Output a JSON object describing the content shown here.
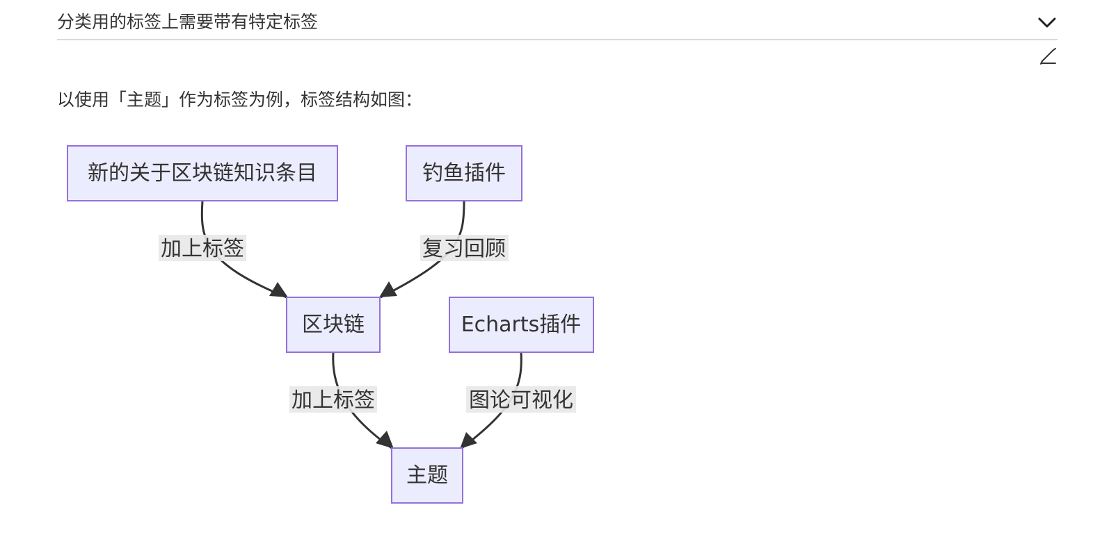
{
  "header": {
    "title": "分类用的标签上需要带有特定标签",
    "toggle_icon": "chevron-down-icon"
  },
  "toolbar": {
    "edit_icon": "pencil-icon"
  },
  "content": {
    "intro": "以使用「主题」作为标签为例，标签结构如图："
  },
  "diagram": {
    "type": "flowchart",
    "direction": "TD",
    "colors": {
      "node_fill": "#ececff",
      "node_stroke": "#9370db",
      "edge": "#333333",
      "label_bg": "#e8e8e8",
      "text": "#333333"
    },
    "nodes": [
      {
        "id": "n1",
        "label": "新的关于区块链知识条目"
      },
      {
        "id": "n2",
        "label": "钓鱼插件"
      },
      {
        "id": "n3",
        "label": "区块链"
      },
      {
        "id": "n4",
        "label": "Echarts插件"
      },
      {
        "id": "n5",
        "label": "主题"
      }
    ],
    "edges": [
      {
        "from": "n1",
        "to": "n3",
        "label": "加上标签"
      },
      {
        "from": "n2",
        "to": "n3",
        "label": "复习回顾"
      },
      {
        "from": "n3",
        "to": "n5",
        "label": "加上标签"
      },
      {
        "from": "n4",
        "to": "n5",
        "label": "图论可视化"
      }
    ]
  }
}
